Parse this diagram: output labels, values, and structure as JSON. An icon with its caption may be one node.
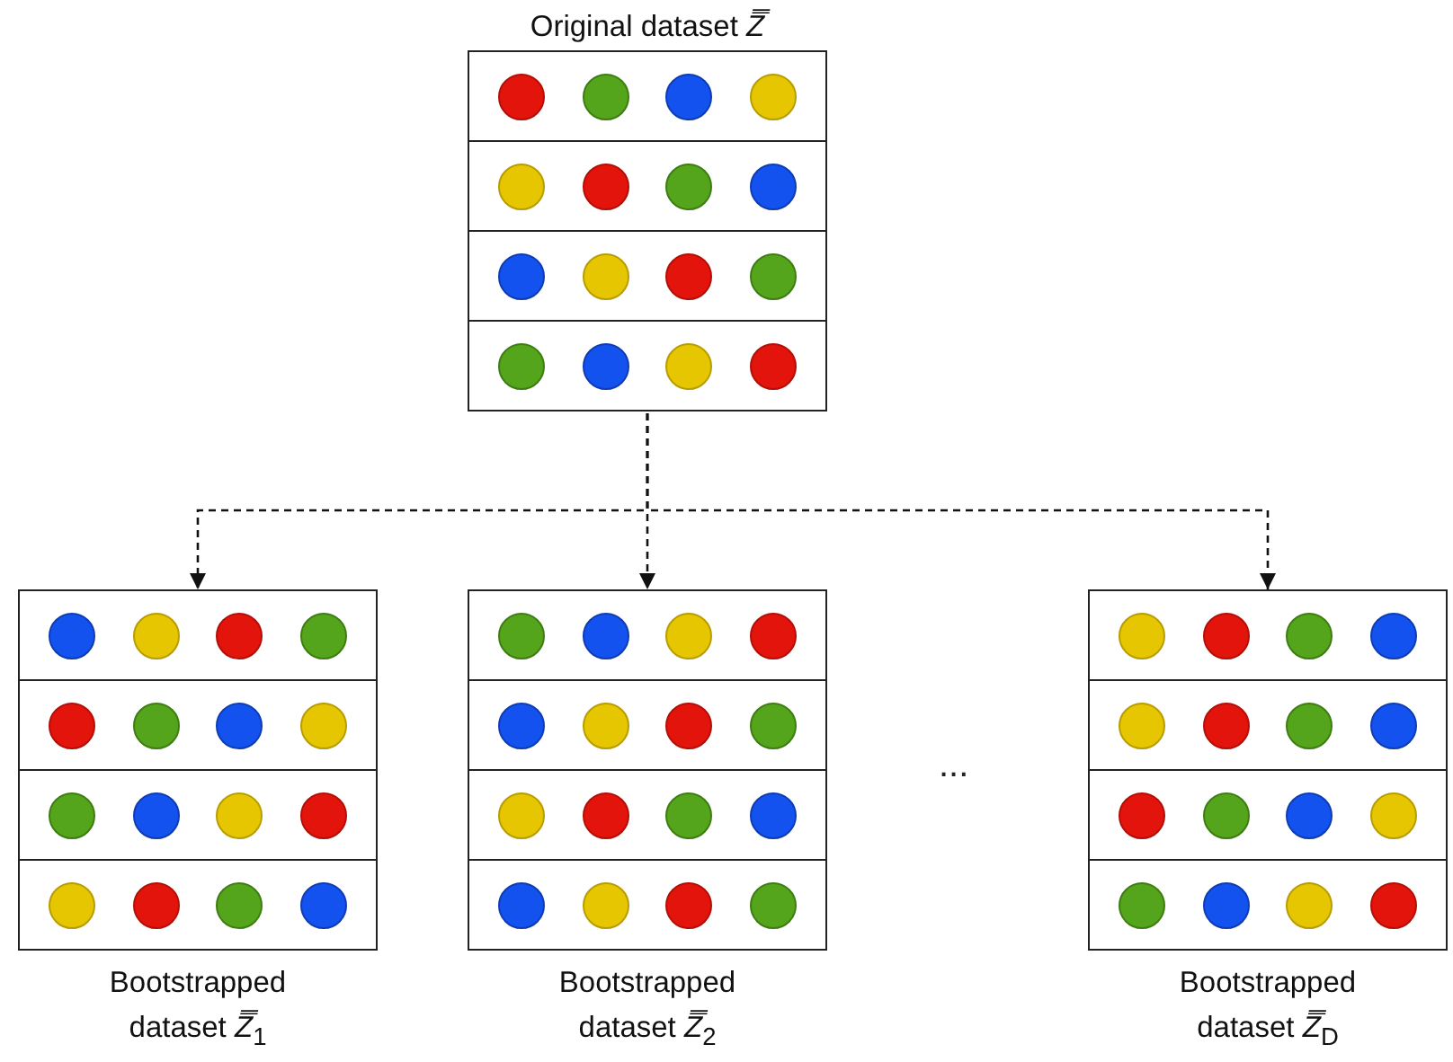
{
  "diagram": {
    "nodes": [
      {
        "text": [
          "Original dataset *Z̿*"
        ]
      },
      {
        "text": [
          "Bootstrapped dataset *Z̿*$_{1}$"
        ]
      },
      {
        "text": [
          "Bootstrapped dataset *Z̿*$_{2}$"
        ]
      },
      {
        "text": [
          "Bootstrapped dataset *Z̿*$_{D}$"
        ]
      }
    ],
    "edges": [
      {
        "from": 0,
        "to": 1,
        "arrow": "to",
        "style": "dashed"
      },
      {
        "from": 0,
        "to": 2,
        "arrow": "to",
        "style": "dashed"
      },
      {
        "from": 0,
        "to": 3,
        "arrow": "to",
        "style": "dashed"
      }
    ],
    "labels": [
      "..."
    ]
  }
}
